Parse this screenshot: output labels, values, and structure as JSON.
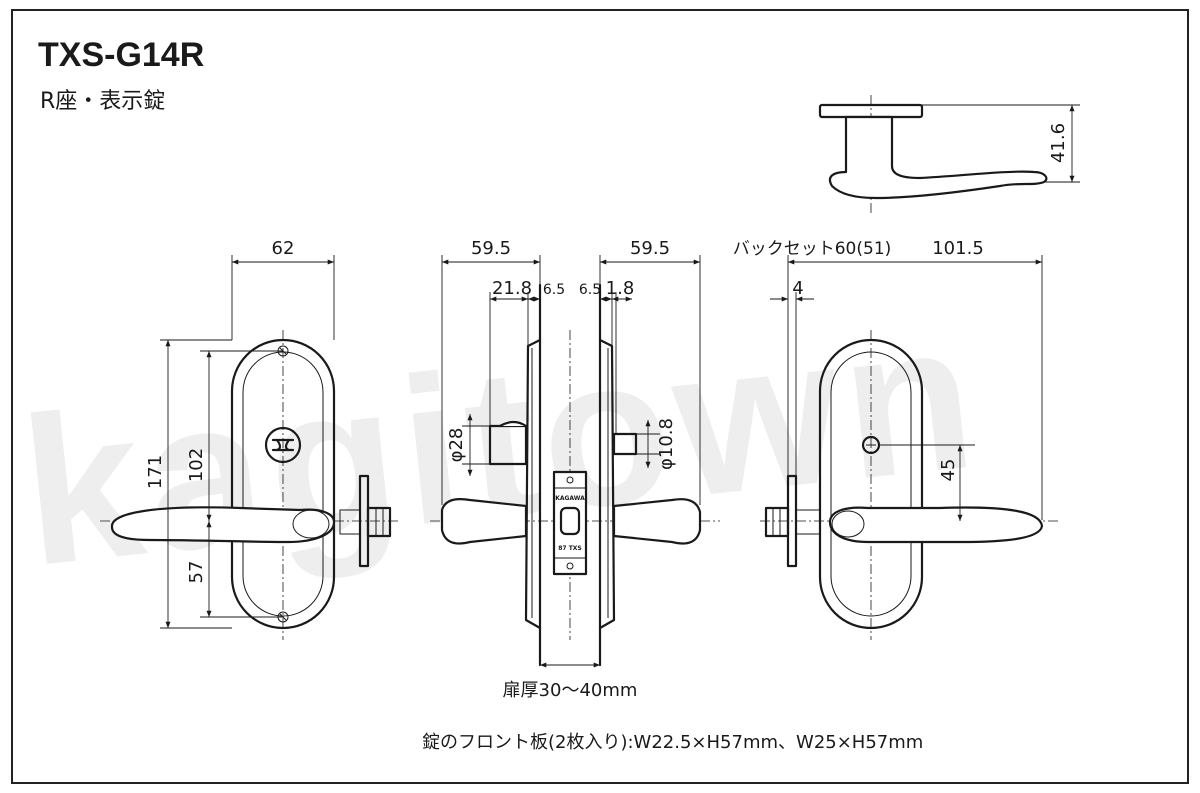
{
  "header": {
    "model": "TXS-G14R",
    "subtitle": "R座・表示錠"
  },
  "watermark": "kagitown",
  "dimensions": {
    "plate_width": "62",
    "overall_height": "171",
    "upper_height": "102",
    "lower_height": "57",
    "side_width_left": "59.5",
    "side_width_right": "59.5",
    "inner_left": "21.8",
    "gap_left": "6.5",
    "gap_right": "6.5",
    "inner_right": "1.8",
    "spindle_dia_left": "φ28",
    "spindle_dia_right": "φ10.8",
    "backset": "バックセット60(51)",
    "lever_length": "101.5",
    "thickness_small": "4",
    "center_offset": "45",
    "lever_depth": "41.6"
  },
  "latch_plate": {
    "text_top": "KAGAWA",
    "text_bottom": "87 TXS"
  },
  "notes": {
    "door_thickness": "扉厚30〜40mm",
    "front_plate": "錠のフロント板(2枚入り):W22.5×H57mm、W25×H57mm"
  }
}
